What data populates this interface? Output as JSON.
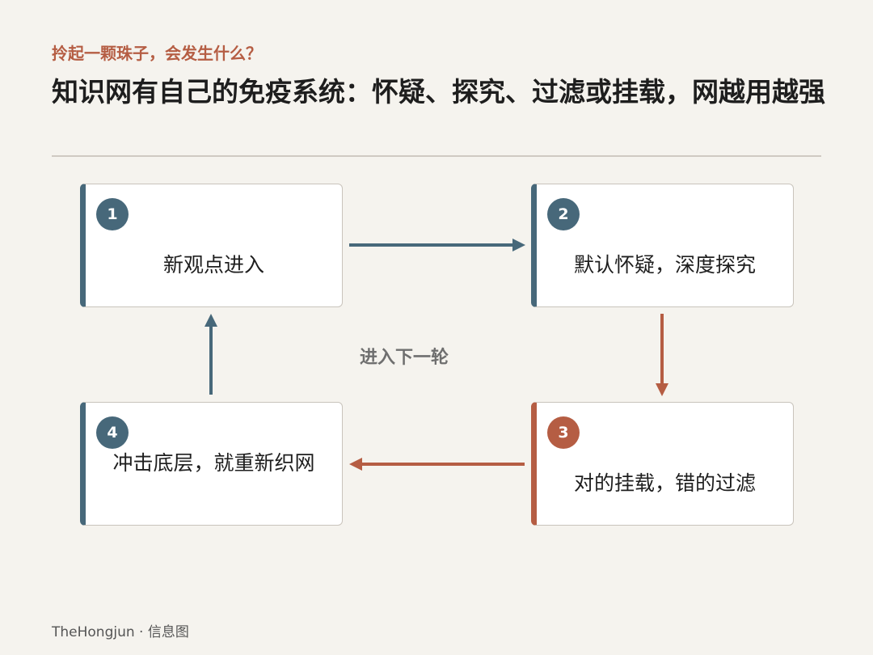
{
  "header": {
    "kicker": "拎起一颗珠子，会发生什么？",
    "title": "知识网有自己的免疫系统：怀疑、探究、过滤或挂载，网越用越强"
  },
  "steps": [
    {
      "number": "1",
      "label": "新观点进入"
    },
    {
      "number": "2",
      "label": "默认怀疑，深度探究"
    },
    {
      "number": "3",
      "label": "对的挂载，错的过滤"
    },
    {
      "number": "4",
      "label": "冲击底层，就重新织网"
    }
  ],
  "cycle_label": "进入下一轮",
  "colors": {
    "slate": "#47687a",
    "rust": "#b55d43"
  },
  "footer": "TheHongjun · 信息图"
}
